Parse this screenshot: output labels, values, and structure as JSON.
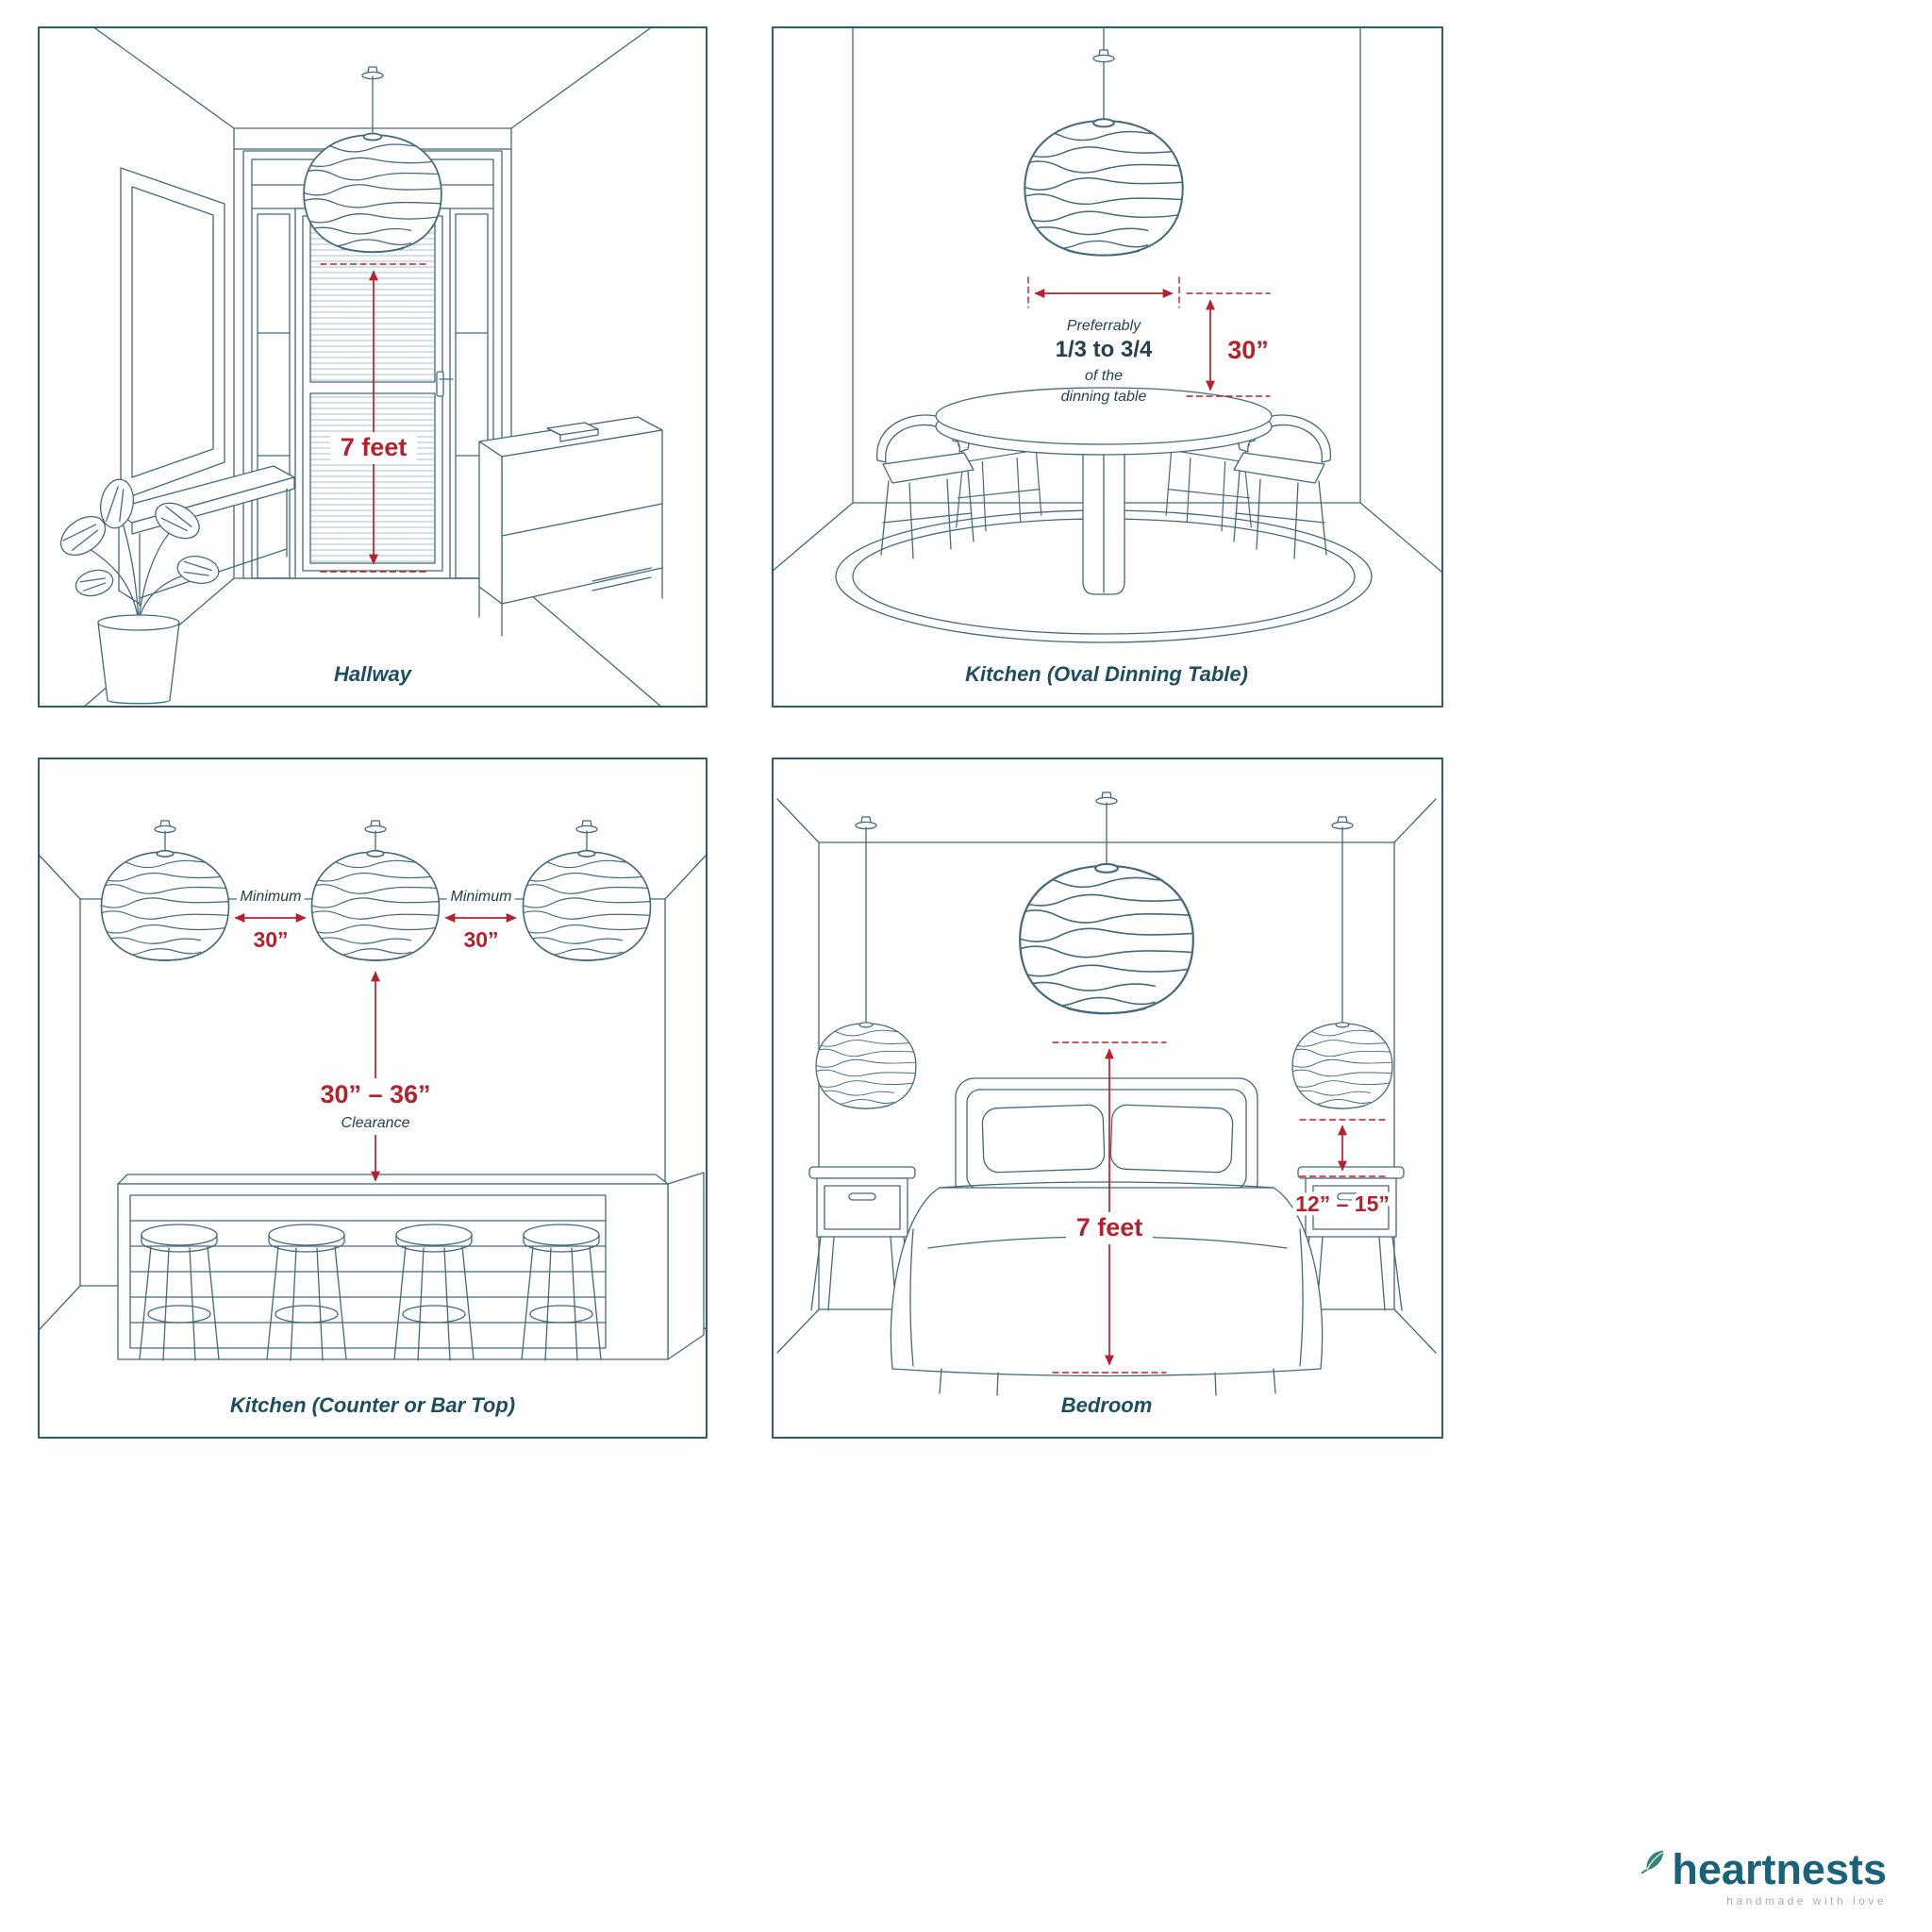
{
  "colors": {
    "line": "#43697a",
    "panel_border": "#2e5d6d",
    "caption": "#1e4d5f",
    "red": "#b5222d",
    "ink": "#26414d",
    "logo": "#186379",
    "tagline": "#a9adaf"
  },
  "panels": {
    "hallway": {
      "caption": "Hallway",
      "height_label": "7 feet"
    },
    "kitchen_oval": {
      "caption": "Kitchen (Oval Dinning Table)",
      "width_note_line1": "Preferrably",
      "width_note_line2": "1/3 to 3/4",
      "width_note_line3": "of the",
      "width_note_line4": "dinning table",
      "height_label": "30”"
    },
    "kitchen_counter": {
      "caption": "Kitchen (Counter or Bar Top)",
      "spacing_label": "Minimum",
      "spacing_value": "30”",
      "clearance_value": "30” – 36”",
      "clearance_label": "Clearance"
    },
    "bedroom": {
      "caption": "Bedroom",
      "height_label": "7 feet",
      "side_height_label": "12” – 15”"
    }
  },
  "logo": {
    "name": "heartnests",
    "tagline": "handmade with love"
  }
}
